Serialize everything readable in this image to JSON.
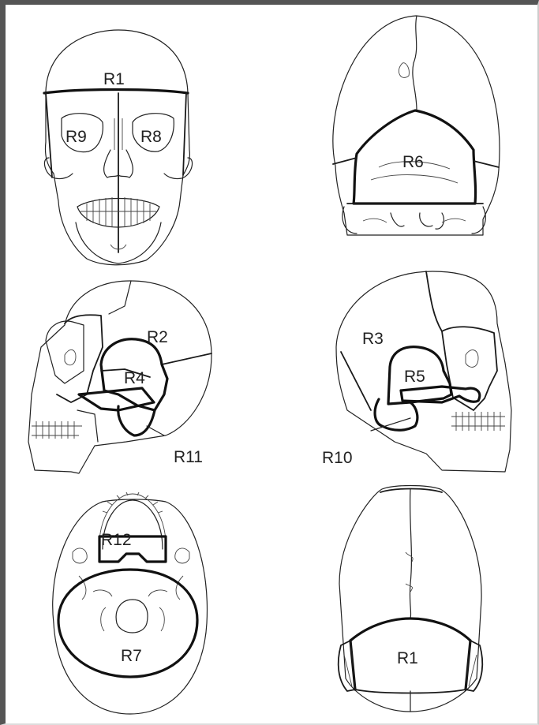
{
  "regions": {
    "front_top": "R1",
    "right_orbit": "R9",
    "left_orbit": "R8",
    "occipital": "R6",
    "left_lateral": "R2",
    "left_temporal": "R4",
    "left_mastoid": "R11",
    "right_lateral": "R3",
    "right_temporal": "R5",
    "right_mastoid": "R10",
    "palate": "R12",
    "foramen_base": "R7",
    "top_rear": "R1"
  },
  "colors": {
    "frame": "#555555",
    "ink": "#222222",
    "background": "#ffffff"
  }
}
